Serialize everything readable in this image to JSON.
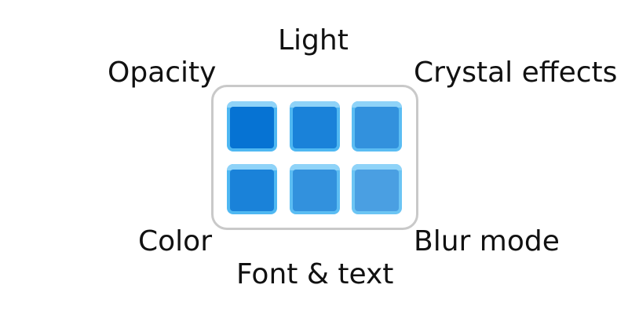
{
  "labels": {
    "light": "Light",
    "opacity": "Opacity",
    "crystal_effects": "Crystal effects",
    "color": "Color",
    "blur_mode": "Blur mode",
    "font_text": "Font & text"
  },
  "tiles": [
    {
      "name": "tile-1",
      "frame": "#4fb8f2",
      "face": "#0673d3"
    },
    {
      "name": "tile-2",
      "frame": "#4fb8f2",
      "face": "#1a82d9"
    },
    {
      "name": "tile-3",
      "frame": "#5bbdf3",
      "face": "#3291dd"
    },
    {
      "name": "tile-4",
      "frame": "#4fb8f2",
      "face": "#1a82d9"
    },
    {
      "name": "tile-5",
      "frame": "#5bbdf3",
      "face": "#3291dd"
    },
    {
      "name": "tile-6",
      "frame": "#6cc5f4",
      "face": "#4a9fe2"
    }
  ],
  "colors": {
    "panel_border": "#c9c9c9",
    "text": "#111111",
    "background": "#ffffff"
  }
}
